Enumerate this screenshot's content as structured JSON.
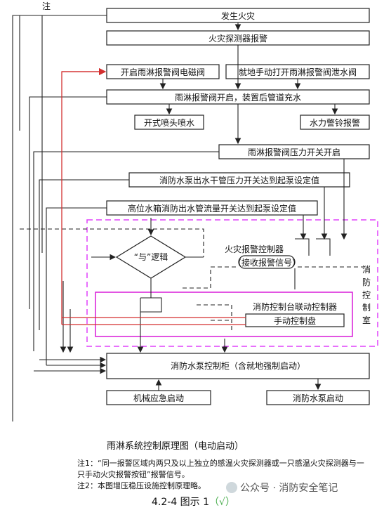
{
  "note_mark": "注",
  "boxes": {
    "fire": "发生火灾",
    "detector_alarm": "火灾探测器报警",
    "solenoid": "开启雨淋报警阀电磁阀",
    "manual_drain": "就地手动打开雨淋报警阀泄水阀",
    "valve_open": "雨淋报警阀开启，装置后管道充水",
    "open_sprinkler": "开式喷头喷水",
    "water_bell": "水力警铃报警",
    "pressure_switch": "雨淋报警阀压力开关开启",
    "pump_pressure": "消防水泵出水干管压力开关达到起泵设定值",
    "tank_flow": "高位水箱消防出水管流量开关达到起泵设定值",
    "and_logic": "“与”逻辑",
    "fire_controller": "火灾报警控制器",
    "controller_sub": "（接收报警信号）",
    "linkage_controller": "消防控制台联动控制器",
    "manual_panel": "手动控制盘",
    "pump_cabinet": "消防水泵控制柜（含就地强制启动）",
    "mech_start": "机械应急启动",
    "pump_start": "消防水泵启动"
  },
  "control_room_label": [
    "消",
    "防",
    "控",
    "制",
    "室"
  ],
  "caption": "雨淋系统控制原理图（电动启动）",
  "notes": [
    "注1：“同一报警区域内两只及以上独立的感温火灾探测器或一只感温火灾探测器与一只手动火灾报警按钮”报警信号。",
    "注2：本图增压稳压设施控制原理略。"
  ],
  "figure_number": "4.2-4 图示 1",
  "check_mark": "（√）",
  "watermark": "公众号 · 消防安全笔记",
  "colors": {
    "line": "#222222",
    "red": "#d32f2f",
    "magenta": "#d81bd8",
    "dashed_room": "#e040fb"
  }
}
